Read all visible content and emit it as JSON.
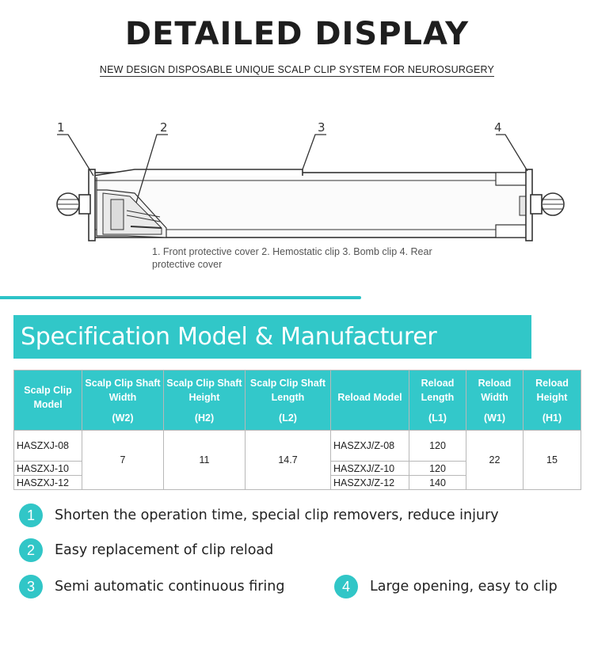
{
  "header": {
    "title": "DETAILED DISPLAY",
    "subtitle": "NEW DESIGN DISPOSABLE UNIQUE SCALP CLIP SYSTEM FOR NEUROSURGERY"
  },
  "diagram": {
    "callouts": [
      "1",
      "2",
      "3",
      "4"
    ],
    "caption": "1. Front protective cover 2. Hemostatic clip 3. Bomb clip 4. Rear protective cover"
  },
  "banner": {
    "title": "Specification Model & Manufacturer Number"
  },
  "table": {
    "headers": [
      {
        "label": "Scalp Clip Model",
        "code": ""
      },
      {
        "label": "Scalp Clip Shaft Width",
        "code": "(W2)"
      },
      {
        "label": "Scalp Clip Shaft Height",
        "code": "(H2)"
      },
      {
        "label": "Scalp Clip Shaft Length",
        "code": "(L2)"
      },
      {
        "label": "Reload Model",
        "code": ""
      },
      {
        "label": "Reload Length",
        "code": "(L1)"
      },
      {
        "label": "Reload Width",
        "code": "(W1)"
      },
      {
        "label": "Reload Height",
        "code": "(H1)"
      }
    ],
    "models": [
      "HASZXJ-08",
      "HASZXJ-10",
      "HASZXJ-12"
    ],
    "shaft_width": "7",
    "shaft_height": "11",
    "shaft_length": "14.7",
    "reloads": [
      {
        "model": "HASZXJ/Z-08",
        "length": "120"
      },
      {
        "model": "HASZXJ/Z-10",
        "length": "120"
      },
      {
        "model": "HASZXJ/Z-12",
        "length": "140"
      }
    ],
    "reload_width": "22",
    "reload_height": "15"
  },
  "features": [
    {
      "num": "1",
      "text": "Shorten the operation time, special clip removers, reduce injury"
    },
    {
      "num": "2",
      "text": "Easy replacement of clip reload"
    },
    {
      "num": "3",
      "text": "Semi automatic continuous firing"
    },
    {
      "num": "4",
      "text": "Large opening, easy to clip"
    }
  ],
  "colors": {
    "accent": "#31c7c8",
    "text": "#222222"
  }
}
